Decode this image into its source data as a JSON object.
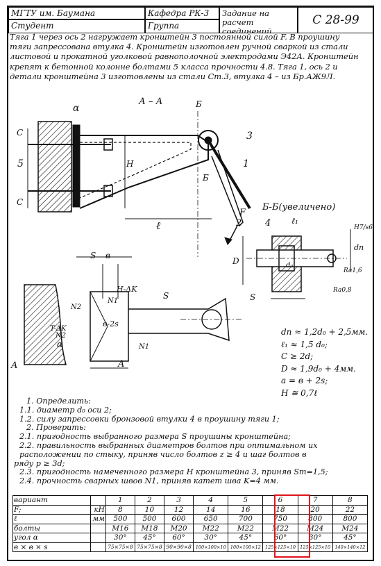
{
  "header": {
    "institute": "МГТУ им. Баумана",
    "department": "Кафедра РК-3",
    "task_title": "Задание на расчет соединений",
    "code": "С 28-99",
    "student": "Студент",
    "group": "Группа"
  },
  "problem_text": "Тяга 1 через ось 2 нагружает кронштейн 3 постоянной силой F. В проушину тяги запрессована втулка 4. Кронштейн изготовлен ручной сваркой из стали листовой и прокатной уголковой равнополочной электродами Э42А. Кронштейн крепят к бетонной колонне болтами 5 класса прочности 4.8. Тяга 1, ось 2 и детали кронштейна 3 изготовлены из стали Ст.3, втулка 4 – из Бр.АЖ9Л.",
  "drawing_labels": {
    "section_aa": "А – А",
    "section_bb": "Б",
    "section_bb_detail": "Б-Б(увеличено)",
    "part_1": "1",
    "part_2": "2",
    "part_3": "3",
    "part_4": "4",
    "part_5": "5",
    "dim_c": "C",
    "dim_h": "H",
    "dim_l": "ℓ",
    "dim_alpha": "α",
    "dim_b": "в",
    "dim_s": "S",
    "dim_d": "D",
    "dim_d0": "d₀",
    "dim_dn": "dn",
    "dim_l1": "ℓ₁",
    "fit": "H7/s6",
    "rough1": "Ra1,6",
    "rough2": "Ra0,8",
    "force": "F",
    "weld_h_dk": "H-ΔK",
    "weld_n1": "N1",
    "weld_n2": "N2",
    "weld_b2s": "в-2s",
    "weld_tdk": "T-ΔK",
    "mark_a": "A"
  },
  "formulas": [
    "dп ≈ 1,2d₀ + 2,5мм.",
    "ℓ₁ ≈ 1,5 d₀;",
    "C ≥ 2d;",
    "D ≈ 1,9d₀ + 4мм.",
    "a = в + 2s;",
    "H ≅ 0,7ℓ"
  ],
  "tasks": [
    "1. Определить:",
    "1.1. диаметр d₀ оси 2;",
    "1.2. силу запрессовки бронзовой втулки 4 в проушину тяги 1;",
    "2. Проверить:",
    "2.1. пригодность выбранного размера S проушины кронштейна;",
    "2.2. правильность выбранных диаметров болтов при оптимальном их",
    "расположении по стыку, приняв число болтов z ≥ 4 и шаг болтов в",
    "ряду p ≥ 3d;",
    "2.3. пригодность намеченного размера H кронштейна 3, приняв Sт=1,5;",
    "2.4. прочность сварных швов N1, приняв катет шва K=4 мм."
  ],
  "table": {
    "rows": [
      {
        "label": "вариант",
        "unit": "",
        "values": [
          "1",
          "2",
          "3",
          "4",
          "5",
          "6",
          "7",
          "8"
        ]
      },
      {
        "label": "F;",
        "unit": "кН",
        "values": [
          "8",
          "10",
          "12",
          "14",
          "16",
          "18",
          "20",
          "22"
        ]
      },
      {
        "label": "ℓ",
        "unit": "мм",
        "values": [
          "500",
          "500",
          "600",
          "650",
          "700",
          "750",
          "800",
          "800"
        ]
      },
      {
        "label": "болты",
        "unit": "",
        "values": [
          "M16",
          "M18",
          "M20",
          "M22",
          "M22",
          "M22",
          "M24",
          "M24"
        ]
      },
      {
        "label": "угол α",
        "unit": "",
        "values": [
          "30°",
          "45°",
          "60°",
          "30°",
          "45°",
          "60°",
          "30°",
          "45°"
        ]
      },
      {
        "label": "в × в × s",
        "unit": "",
        "values": [
          "75×75×8",
          "75×75×8",
          "90×90×8",
          "100×100×10",
          "100×100×12",
          "125×125×10",
          "125×125×10",
          "140×140×12"
        ]
      }
    ],
    "highlighted_variant": "6",
    "highlight_color": "#e0121a"
  }
}
